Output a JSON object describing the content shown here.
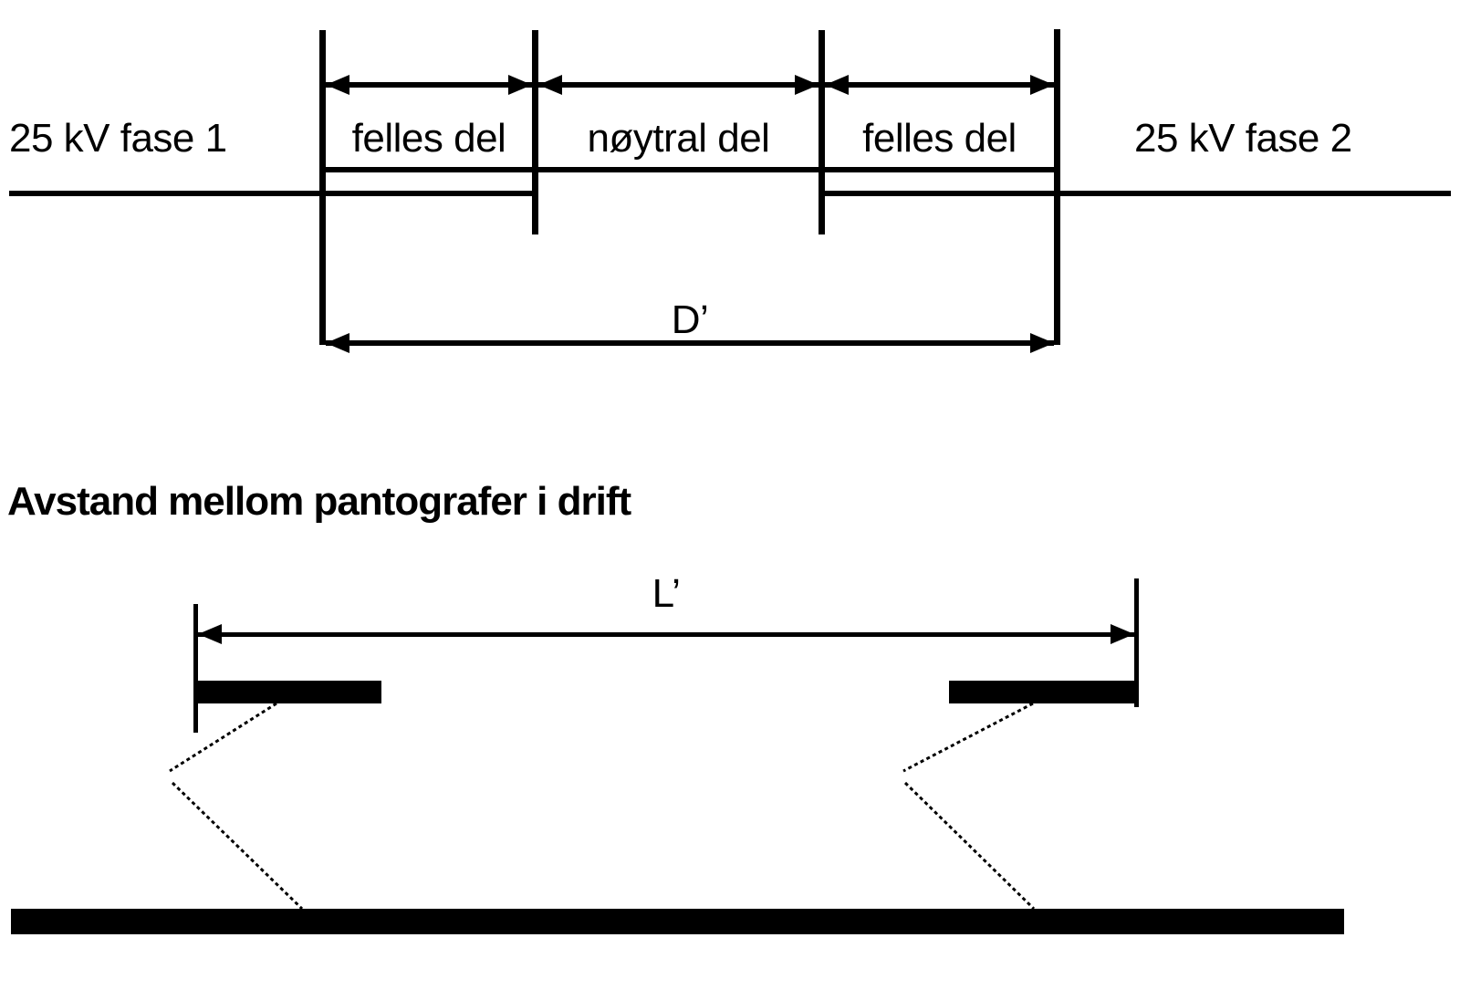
{
  "colors": {
    "ink": "#000000",
    "background": "#ffffff"
  },
  "phase_break_diagram": {
    "left_phase_label": "25 kV fase 1",
    "sections": [
      {
        "label": "felles del"
      },
      {
        "label": "nøytral del"
      },
      {
        "label": "felles del"
      }
    ],
    "right_phase_label": "25 kV fase 2",
    "total_dimension_label": "D’"
  },
  "heading": "Avstand mellom pantografer i drift",
  "pantograph_diagram": {
    "distance_dimension_label": "L’"
  }
}
